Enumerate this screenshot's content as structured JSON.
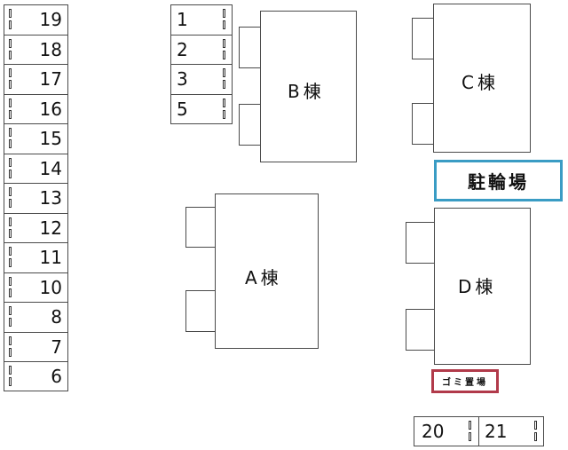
{
  "parking_left": {
    "rows": [
      {
        "number": "19"
      },
      {
        "number": "18"
      },
      {
        "number": "17"
      },
      {
        "number": "16"
      },
      {
        "number": "15"
      },
      {
        "number": "14"
      },
      {
        "number": "13"
      },
      {
        "number": "12"
      },
      {
        "number": "11"
      },
      {
        "number": "10"
      },
      {
        "number": "8"
      },
      {
        "number": "7"
      },
      {
        "number": "6"
      }
    ]
  },
  "parking_top": {
    "rows": [
      {
        "number": "1"
      },
      {
        "number": "2"
      },
      {
        "number": "3"
      },
      {
        "number": "5"
      }
    ]
  },
  "parking_bottom": {
    "cells": [
      {
        "number": "20"
      },
      {
        "number": "21"
      }
    ]
  },
  "buildings": {
    "a": {
      "label": "A棟"
    },
    "b": {
      "label": "B棟"
    },
    "c": {
      "label": "C棟"
    },
    "d": {
      "label": "D棟"
    }
  },
  "facilities": {
    "bicycle_parking": {
      "label": "駐輪場",
      "border_color": "#3a9cc4"
    },
    "garbage": {
      "label": "ゴミ置場",
      "border_color": "#b13a4a"
    }
  }
}
